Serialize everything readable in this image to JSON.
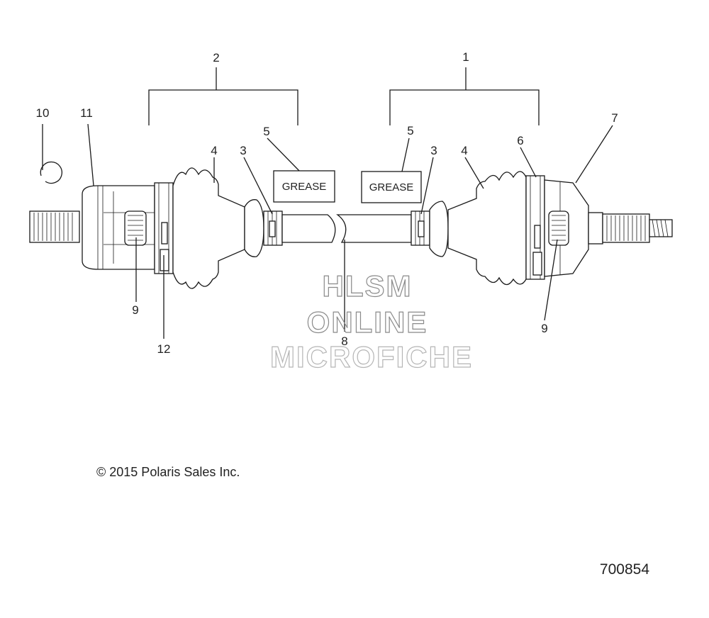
{
  "callouts": {
    "c1": "1",
    "c2": "2",
    "c3a": "3",
    "c3b": "3",
    "c4a": "4",
    "c4b": "4",
    "c5a": "5",
    "c5b": "5",
    "c6": "6",
    "c7": "7",
    "c8": "8",
    "c9a": "9",
    "c9b": "9",
    "c10": "10",
    "c11": "11",
    "c12": "12"
  },
  "grease_boxes": {
    "left": "GREASE",
    "right": "GREASE"
  },
  "watermark": {
    "line1": "HLSM",
    "line2": "ONLINE",
    "line3": "MICROFICHE"
  },
  "copyright": "© 2015 Polaris Sales Inc.",
  "part_number": "700854"
}
